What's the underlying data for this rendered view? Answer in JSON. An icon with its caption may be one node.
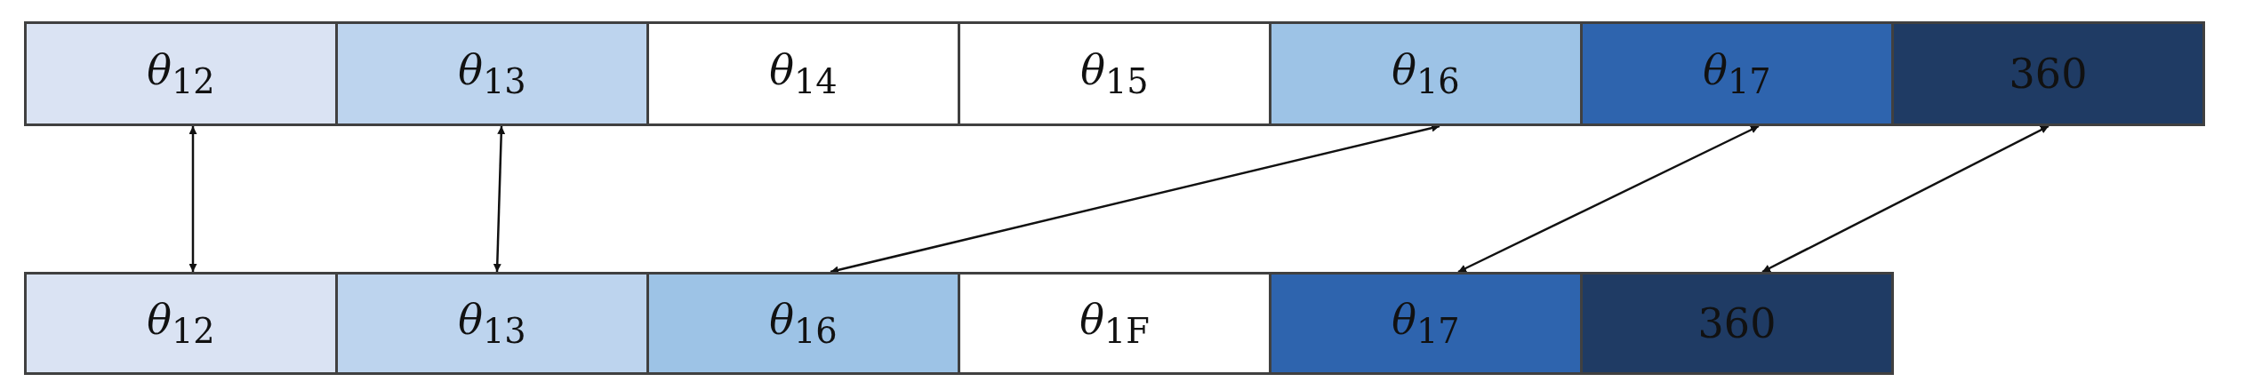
{
  "diagram": {
    "nodes": [
      {
        "text": [
          "*θ*$_{12}$"
        ]
      },
      {
        "text": [
          "*θ*$_{13}$"
        ]
      },
      {
        "text": [
          "*θ*$_{14}$"
        ]
      },
      {
        "text": [
          "*θ*$_{15}$"
        ]
      },
      {
        "text": [
          "*θ*$_{16}$"
        ]
      },
      {
        "text": [
          "*θ*$_{17}$"
        ]
      },
      {
        "text": [
          "360"
        ]
      },
      {
        "text": [
          "*θ*$_{12}$"
        ]
      },
      {
        "text": [
          "*θ*$_{13}$"
        ]
      },
      {
        "text": [
          "*θ*$_{16}$"
        ]
      },
      {
        "text": [
          "*θ*$_{1F}$"
        ]
      },
      {
        "text": [
          "*θ*$_{17}$"
        ]
      },
      {
        "text": [
          "360"
        ]
      }
    ],
    "edges": [
      {
        "from": 0,
        "to": 7,
        "arrow": "both"
      },
      {
        "from": 1,
        "to": 8,
        "arrow": "both"
      },
      {
        "from": 4,
        "to": 9,
        "arrow": "both"
      },
      {
        "from": 5,
        "to": 11,
        "arrow": "both"
      },
      {
        "from": 6,
        "to": 12,
        "arrow": "both"
      }
    ]
  }
}
